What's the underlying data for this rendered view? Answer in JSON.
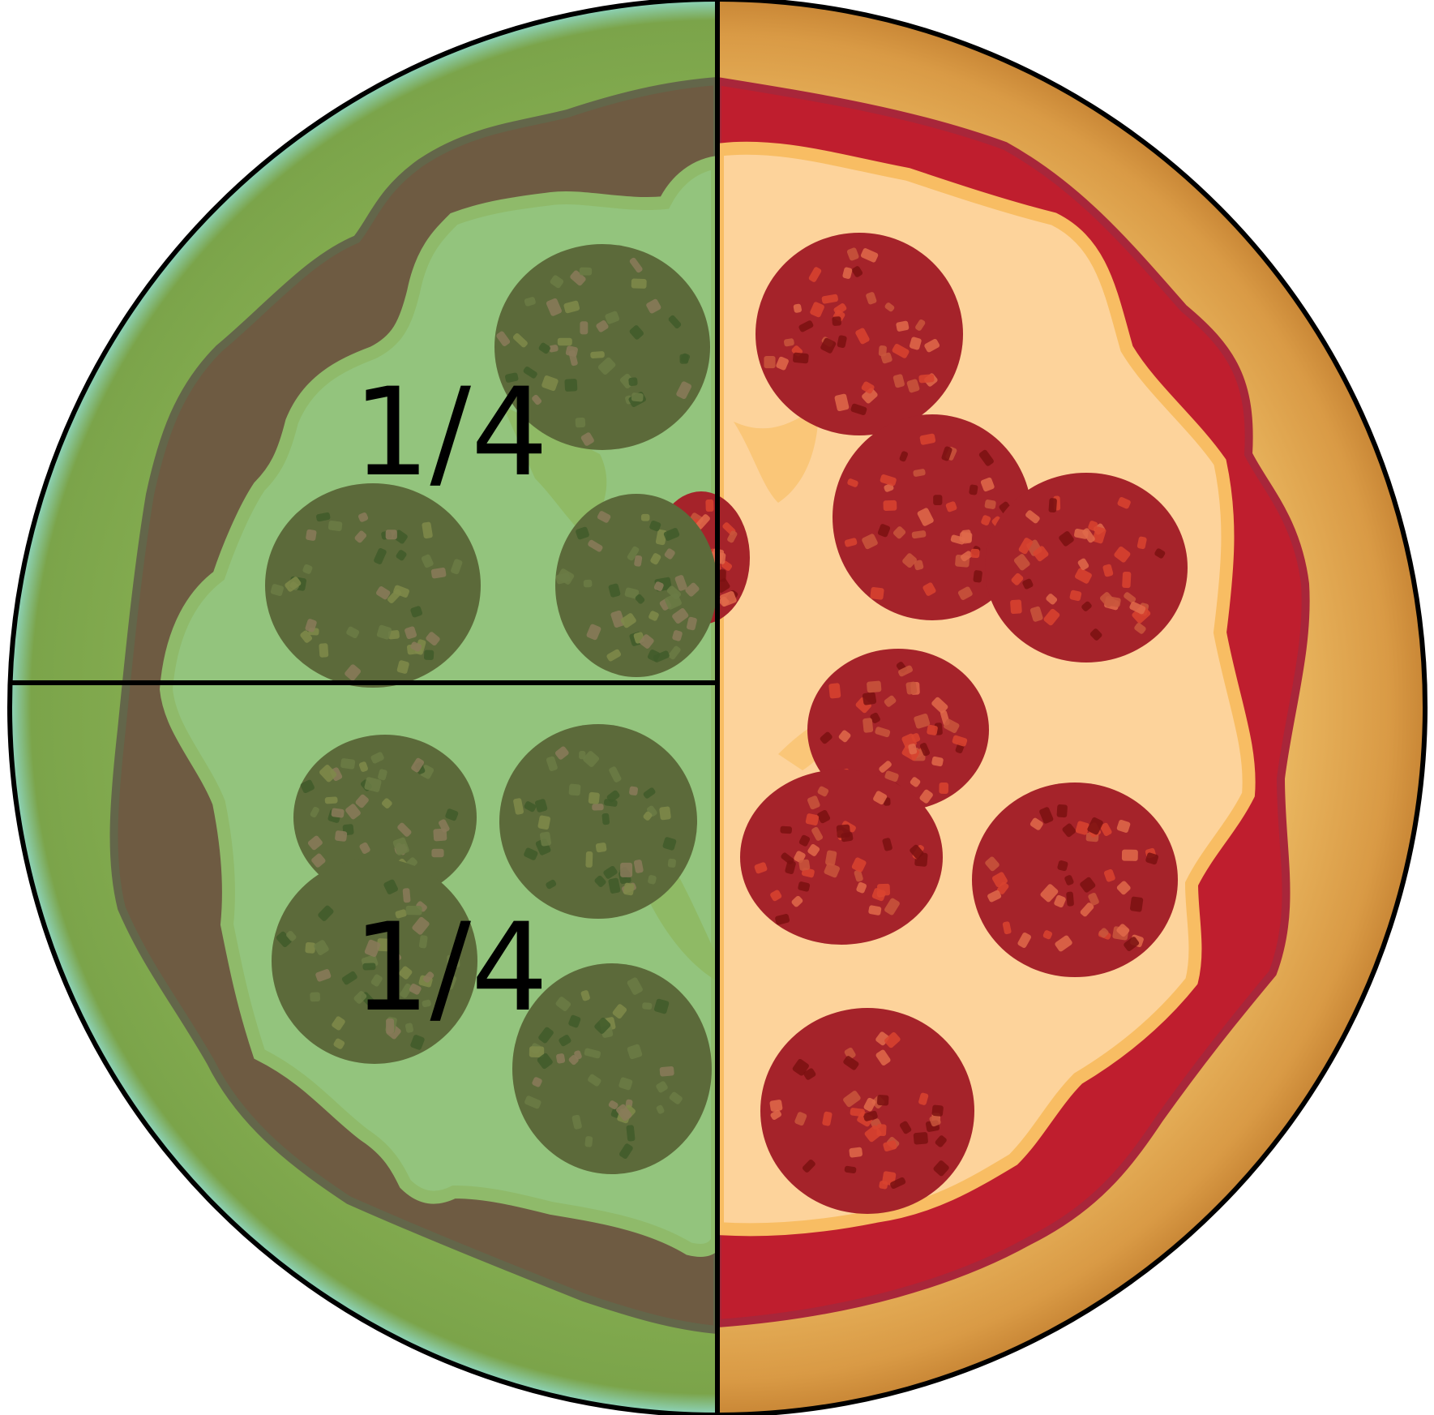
{
  "diagram": {
    "labels": [
      {
        "id": "top-left-quarter",
        "text": "1/4"
      },
      {
        "id": "bottom-left-quarter",
        "text": "1/4"
      }
    ],
    "shaded_quarters": 2,
    "total_quarters": 4
  },
  "colors": {
    "outline": "#000000",
    "crust_plain": "#dca24c",
    "crust_shade": "#f1c27a",
    "sauce": "#bf1e2e",
    "cheese": "#fdd39b",
    "cheese_edge": "#f8bd63",
    "pepperoni": "#a5232a",
    "pepperoni_fleck": "#d9432f",
    "tint_crust": "#82a84f",
    "tint_sauce": "#6e5b42",
    "tint_cheese": "#93c47d",
    "tint_topping": "#5c6a3a"
  },
  "icons": [
    "pizza-icon",
    "pepperoni-icon"
  ]
}
